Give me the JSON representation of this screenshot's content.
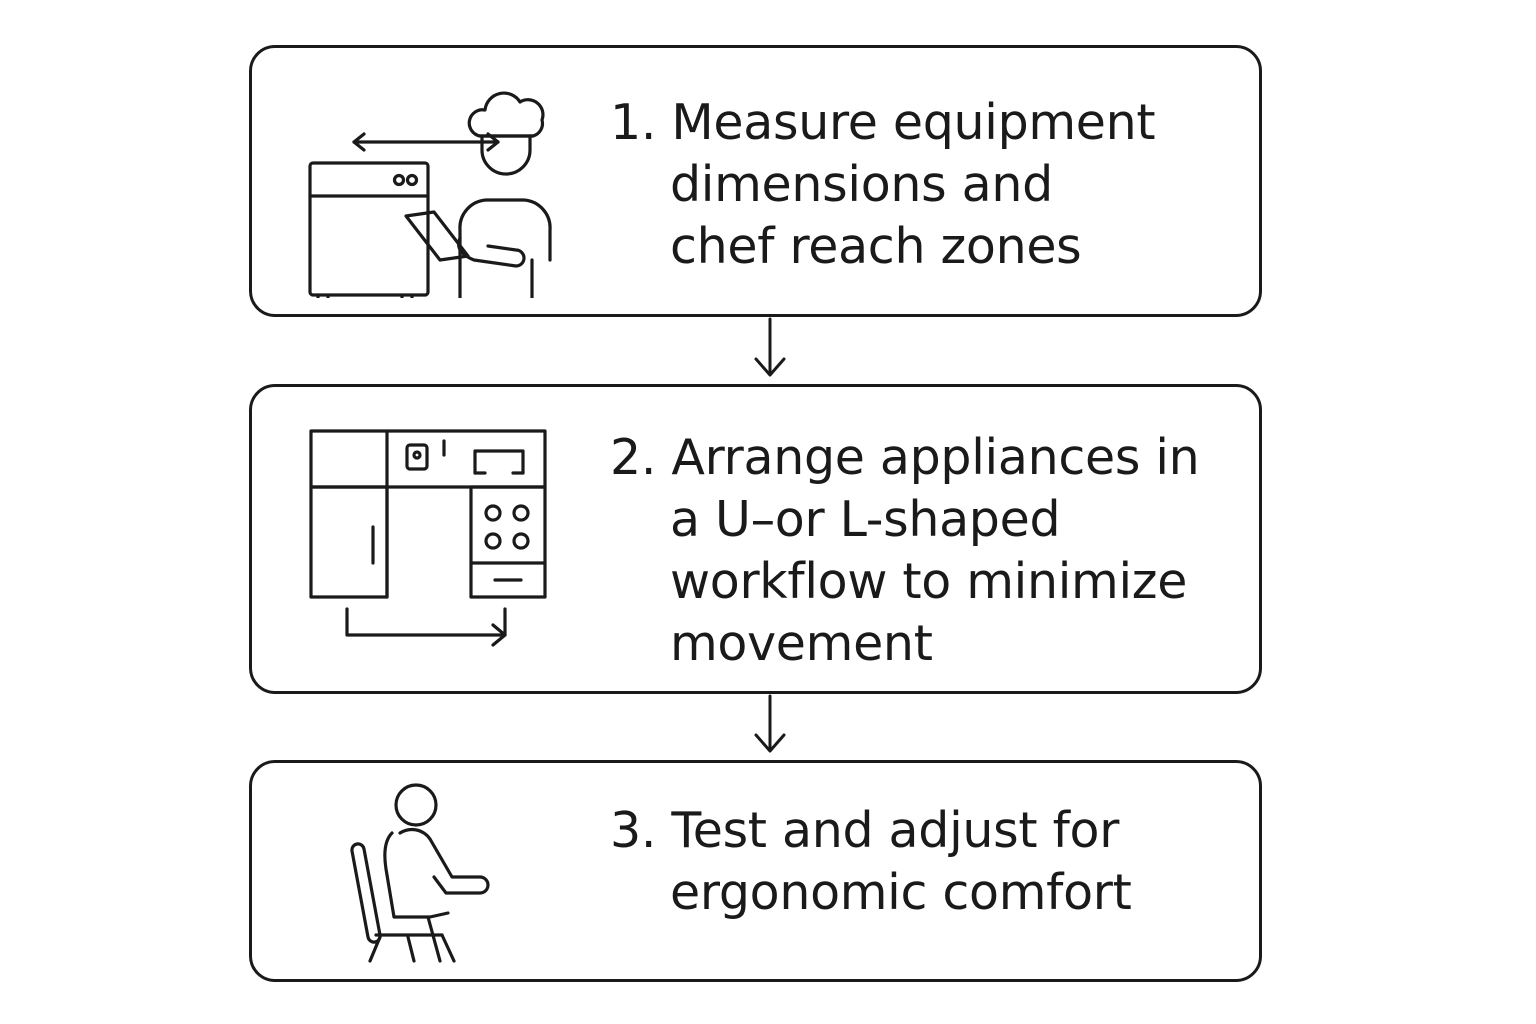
{
  "steps": [
    {
      "icon": "chef-measuring-equipment-icon",
      "lines": [
        "1. Measure equipment",
        "dimensions and",
        "chef reach zones"
      ]
    },
    {
      "icon": "kitchen-layout-icon",
      "lines": [
        "2. Arrange appliances in",
        "a U–or L-shaped",
        "workflow to minimize",
        "movement"
      ]
    },
    {
      "icon": "seated-person-icon",
      "lines": [
        "3. Test and adjust for",
        "ergonomic comfort"
      ]
    }
  ],
  "colors": {
    "stroke": "#1a1a1a",
    "background": "#ffffff"
  }
}
